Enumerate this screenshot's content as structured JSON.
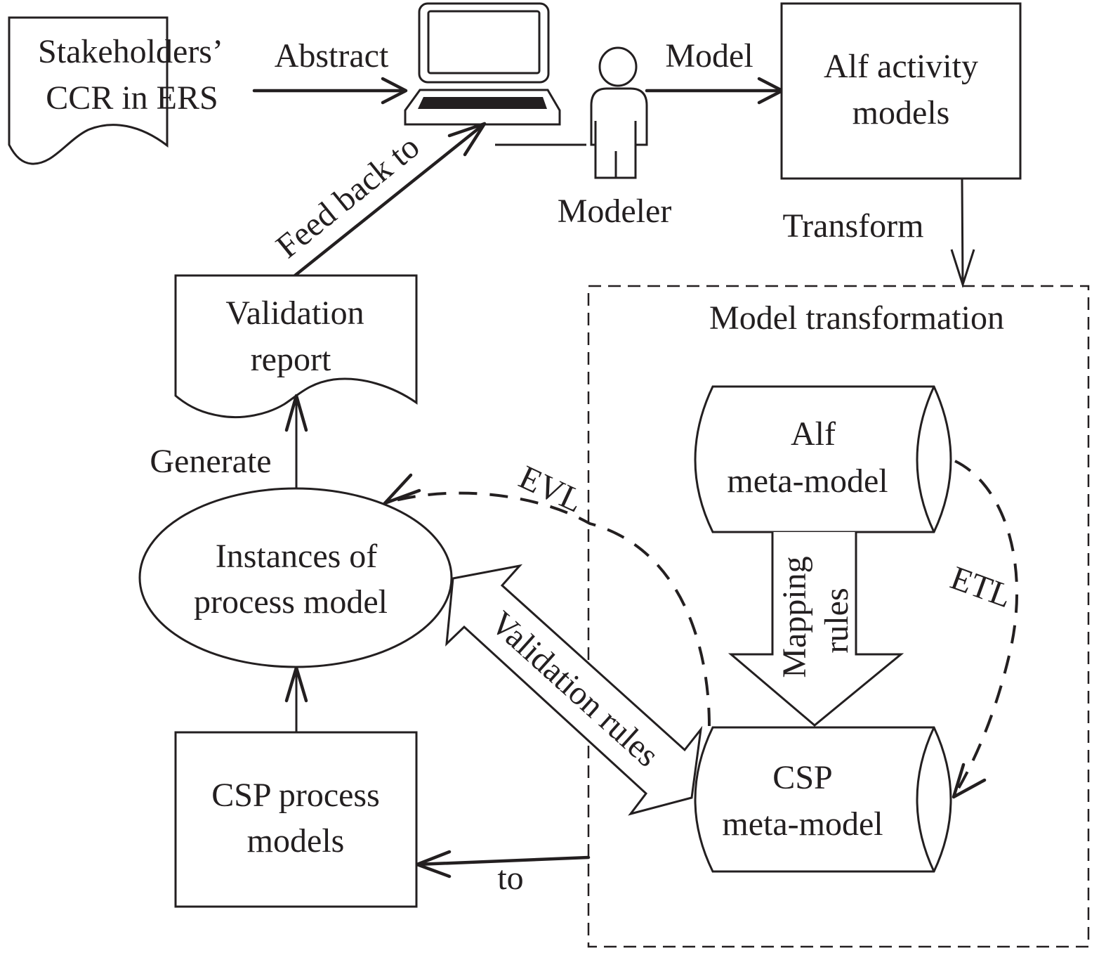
{
  "nodes": {
    "stakeholders_doc": {
      "lines": [
        "Stakeholders’",
        "CCR in ERS"
      ]
    },
    "computer": {
      "icon": "laptop-icon"
    },
    "modeler": {
      "icon": "person-icon",
      "label": "Modeler"
    },
    "alf_activity": {
      "lines": [
        "Alf activity",
        "models"
      ]
    },
    "validation_report": {
      "lines": [
        "Validation",
        "report"
      ]
    },
    "instances": {
      "lines": [
        "Instances of",
        "process model"
      ]
    },
    "csp_process": {
      "lines": [
        "CSP process",
        "models"
      ]
    },
    "model_transformation": {
      "title": "Model transformation"
    },
    "alf_meta": {
      "lines": [
        "Alf",
        "meta-model"
      ]
    },
    "csp_meta": {
      "lines": [
        "CSP",
        "meta-model"
      ]
    }
  },
  "edges": {
    "abstract": "Abstract",
    "model": "Model",
    "transform": "Transform",
    "feed_back": "Feed back to",
    "generate": "Generate",
    "evl": "EVL",
    "etl": "ETL",
    "mapping_rules": [
      "Mapping",
      "rules"
    ],
    "validation_rules": "Validation rules",
    "to": "to"
  }
}
